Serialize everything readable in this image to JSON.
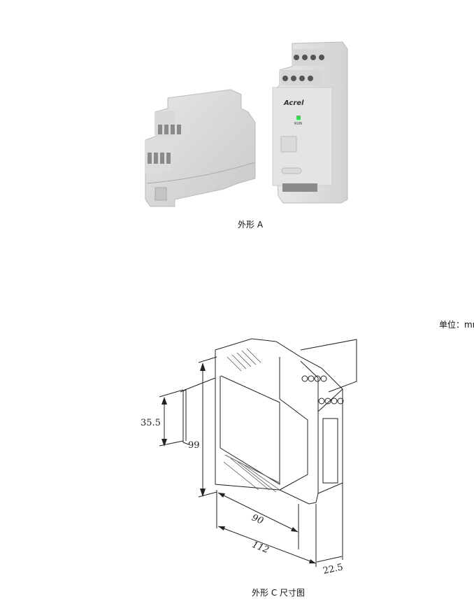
{
  "figure_a": {
    "caption": "外形 A",
    "brand_label": "Acrel",
    "led_label": "RUN",
    "led_color": "#2fe04a"
  },
  "figure_c": {
    "unit_label": "单位：mm",
    "caption": "外形 C 尺寸图",
    "dimensions": {
      "rail_height": "35.5",
      "height": "99",
      "depth_body": "90",
      "depth_total": "112",
      "width": "22.5"
    }
  }
}
